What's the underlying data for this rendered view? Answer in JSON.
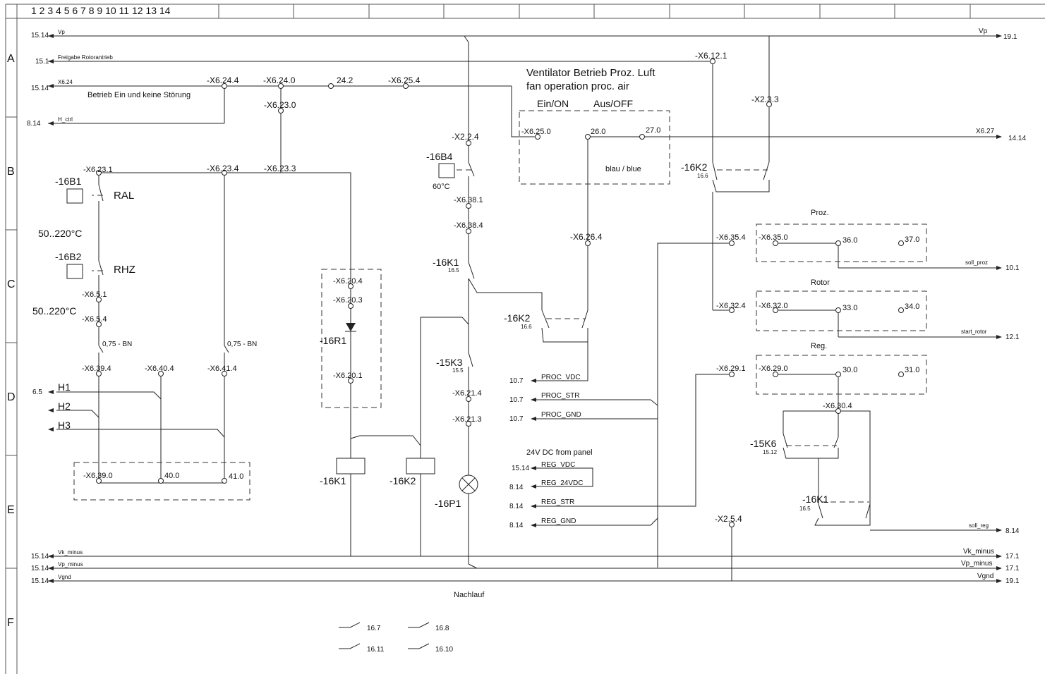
{
  "header": {
    "columns": "1 2 3 4 5 6 7 8 9 10 11 12 13 14"
  },
  "rows": [
    "A",
    "B",
    "C",
    "D",
    "E",
    "F"
  ],
  "refs_left": {
    "vp": "15.14",
    "freigabe": "15.1",
    "x624": "15.14",
    "hctrl": "8.14",
    "h1": "6.5",
    "vk_minus": "15.14",
    "vp_minus": "15.14",
    "vgnd": "15.14"
  },
  "refs_right": {
    "vp": "19.1",
    "x627": "14.14",
    "soll_proz": "10.1",
    "start_rotor": "12.1",
    "soll_reg": "8.14",
    "vk_minus": "17.1",
    "vp_minus": "17.1",
    "vgnd": "19.1"
  },
  "signals": {
    "vp": "Vp",
    "freigabe": "Freigabe Rotorantrieb",
    "x624": "X6.24",
    "betrieb": "Betrieb Ein und keine Störung",
    "hctrl": "H_ctrl",
    "vk_minus": "Vk_minus",
    "vp_minus": "Vp_minus",
    "vgnd": "Vgnd",
    "x627": "X6.27",
    "soll_proz": "soll_proz",
    "start_rotor": "start_rotor",
    "soll_reg": "soll_reg",
    "proc_vdc": "PROC_VDC",
    "proc_str": "PROC_STR",
    "proc_gnd": "PROC_GND",
    "reg_vdc": "REG_VDC",
    "reg_24vdc": "REG_24VDC",
    "reg_str": "REG_STR",
    "reg_gnd": "REG_GND"
  },
  "sig_refs": {
    "proc_vdc": "10.7",
    "proc_str": "10.7",
    "proc_gnd": "10.7",
    "reg_vdc": "15.14",
    "reg_24vdc": "8.14",
    "reg_str": "8.14",
    "reg_gnd": "8.14"
  },
  "panel_note": "24V DC from panel",
  "ventilator": {
    "title_de": "Ventilator Betrieb Proz. Luft",
    "title_en": "fan operation proc. air",
    "on": "Ein/ON",
    "off": "Aus/OFF",
    "wire": "blau / blue"
  },
  "boxes": {
    "proz": "Proz.",
    "rotor": "Rotor",
    "reg": "Reg."
  },
  "terminals": {
    "x6121": "-X6.12.1",
    "x6244": "-X6.24.4",
    "x6240": "-X6.24.0",
    "t242": "24.2",
    "x6254": "-X6.25.4",
    "x6230": "-X6.23.0",
    "x233": "-X2.3.3",
    "x224": "-X2.2.4",
    "x6250": "-X6.25.0",
    "t260": "26.0",
    "t270": "27.0",
    "x6231": "-X6.23.1",
    "x6234": "-X6.23.4",
    "x6233": "-X6.23.3",
    "x6381": "-X6.38.1",
    "x6384": "-X6.38.4",
    "x6264": "-X6.26.4",
    "x6354": "-X6.35.4",
    "x6350": "-X6.35.0",
    "t360": "36.0",
    "t370": "37.0",
    "x6204": "-X6.20.4",
    "x6203": "-X6.20.3",
    "x6201": "-X6.20.1",
    "x651": "-X6.5.1",
    "x654": "-X6.5.4",
    "x6324": "-X6.32.4",
    "x6320": "-X6.32.0",
    "t330": "33.0",
    "t340": "34.0",
    "x6394": "-X6.39.4",
    "x6404": "-X6.40.4",
    "x6414": "-X6.41.4",
    "x6214": "-X6.21.4",
    "x6213": "-X6.21.3",
    "x6291": "-X6.29.1",
    "x6290": "-X6.29.0",
    "t300": "30.0",
    "t310": "31.0",
    "x6304": "-X6.30.4",
    "x6390": "-X6.39.0",
    "t400": "40.0",
    "t410": "41.0",
    "x254": "-X2.5.4"
  },
  "components": {
    "b4": "-16B4",
    "b4_temp": "60°C",
    "b1": "-16B1",
    "b1_name": "RAL",
    "b1_range": "50..220°C",
    "b2": "-16B2",
    "b2_name": "RHZ",
    "b2_range": "50..220°C",
    "k2a": "-16K2",
    "k2a_ref": "16.6",
    "k1a": "-16K1",
    "k1a_ref": "16.5",
    "k2b": "-16K2",
    "k2b_ref": "16.6",
    "r1": "-16R1",
    "k3": "-15K3",
    "k3_ref": "15.5",
    "k1coil": "-16K1",
    "k2coil": "-16K2",
    "p1": "-16P1",
    "k6": "-15K6",
    "k6_ref": "15.12",
    "k1c": "-16K1",
    "k1c_ref": "16.5"
  },
  "wire_sizes": {
    "w1": "0,75 - BN",
    "w2": "0,75 - BN"
  },
  "lamps": {
    "h1": "H1",
    "h2": "H2",
    "h3": "H3"
  },
  "nachlauf": "Nachlauf",
  "xref": {
    "a": "16.7",
    "b": "16.8",
    "c": "16.11",
    "d": "16.10"
  }
}
